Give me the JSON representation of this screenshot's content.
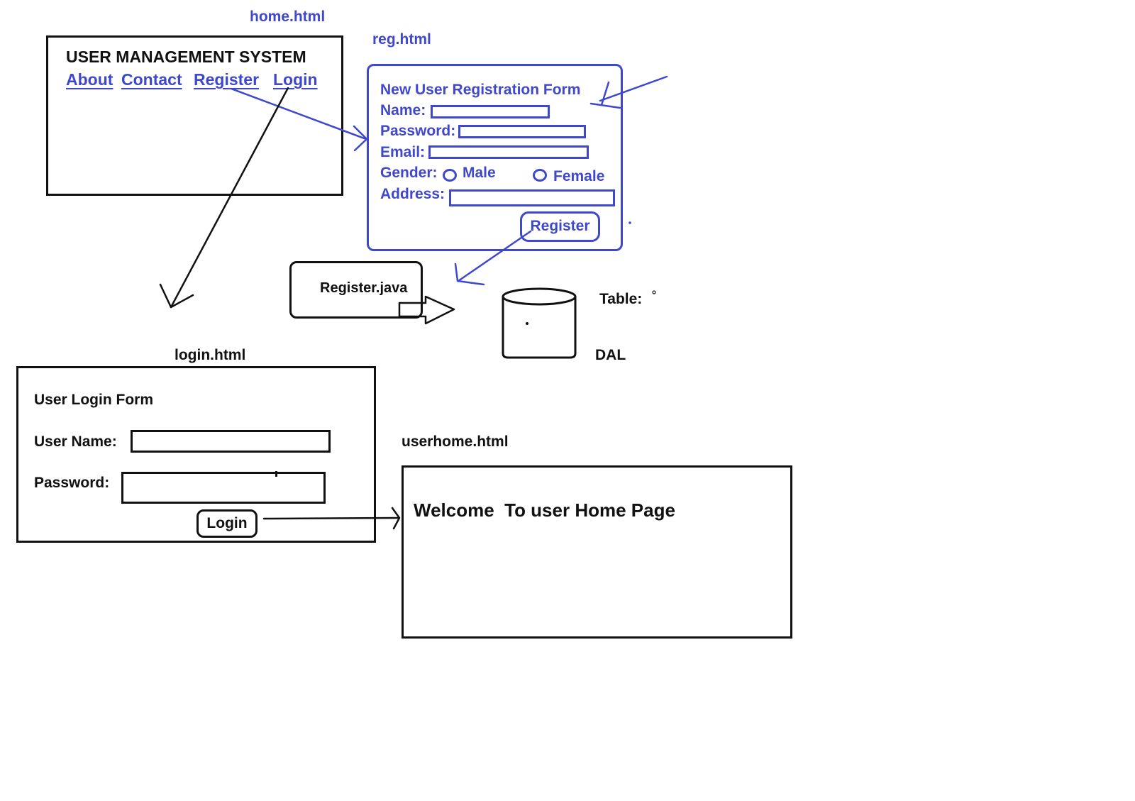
{
  "colors": {
    "ink": "#111111",
    "pen_blue": "#3f48cc",
    "background": "#ffffff"
  },
  "home": {
    "file_label": "home.html",
    "title": "USER MANAGEMENT SYSTEM",
    "nav": [
      "About",
      "Contact",
      "Register",
      "Login"
    ]
  },
  "reg": {
    "file_label": "reg.html",
    "form_title": "New User Registration Form",
    "labels": {
      "name": "Name:",
      "password": "Password:",
      "email": "Email:",
      "gender": "Gender:",
      "male": "Male",
      "female": "Female",
      "address": "Address:"
    },
    "register_button": "Register"
  },
  "backend": {
    "servlet": "Register.java",
    "table_label": "Table:",
    "dal_label": "DAL"
  },
  "login": {
    "file_label": "login.html",
    "form_title": "User Login Form",
    "user_name_label": "User Name:",
    "password_label": "Password:",
    "login_button": "Login"
  },
  "userhome": {
    "file_label": "userhome.html",
    "welcome": "Welcome  To user Home Page"
  }
}
